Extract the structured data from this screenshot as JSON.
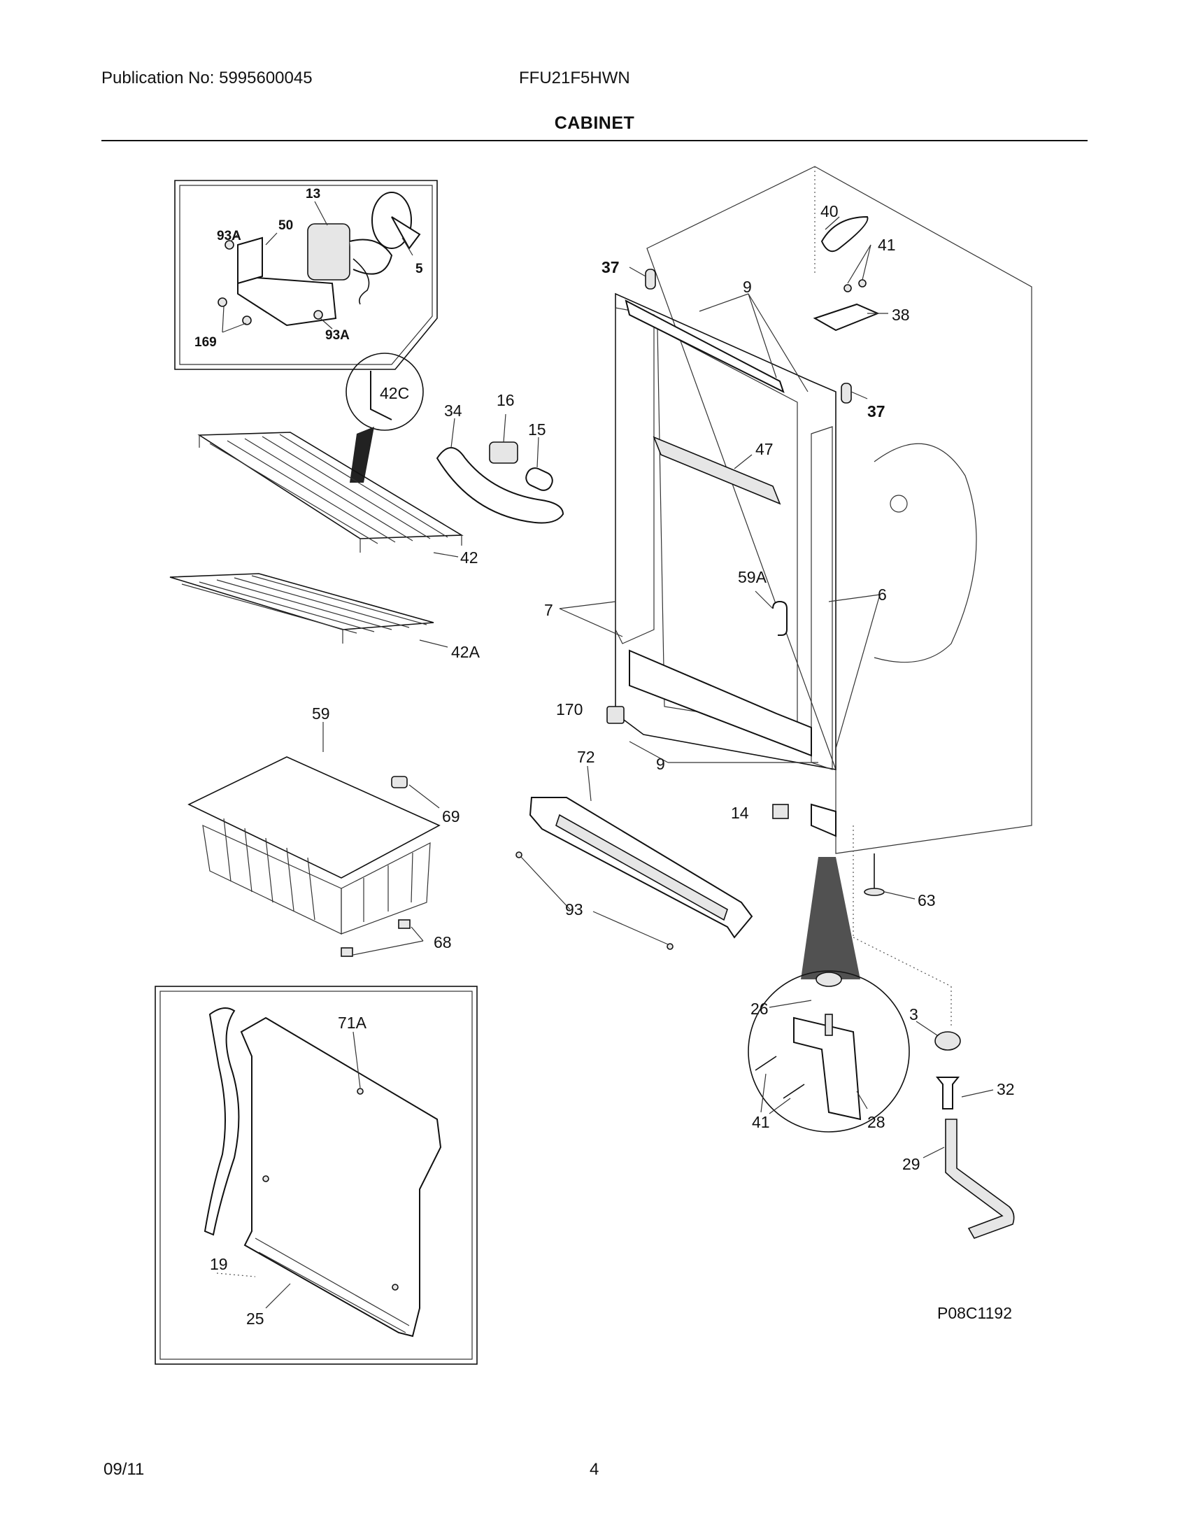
{
  "header": {
    "publication": "Publication No: 5995600045",
    "model": "FFU21F5HWN",
    "title": "CABINET"
  },
  "footer": {
    "date": "09/11",
    "page": "4"
  },
  "diagram": {
    "code": "P08C1192",
    "callouts": {
      "c13": "13",
      "c93A_top": "93A",
      "c50": "50",
      "c5": "5",
      "c169": "169",
      "c93A_bot": "93A",
      "c42C": "42C",
      "c34": "34",
      "c16": "16",
      "c15": "15",
      "c40": "40",
      "c41_top": "41",
      "c37_top": "37",
      "c9_top": "9",
      "c38": "38",
      "c37_right": "37",
      "c47": "47",
      "c42": "42",
      "c42A": "42A",
      "c59A": "59A",
      "c7": "7",
      "c6": "6",
      "c59": "59",
      "c170": "170",
      "c69": "69",
      "c72": "72",
      "c9_bot": "9",
      "c14": "14",
      "c93": "93",
      "c63": "63",
      "c68": "68",
      "c71A": "71A",
      "c26": "26",
      "c3": "3",
      "c32": "32",
      "c41_bot": "41",
      "c28": "28",
      "c29": "29",
      "c19": "19",
      "c25": "25"
    }
  }
}
